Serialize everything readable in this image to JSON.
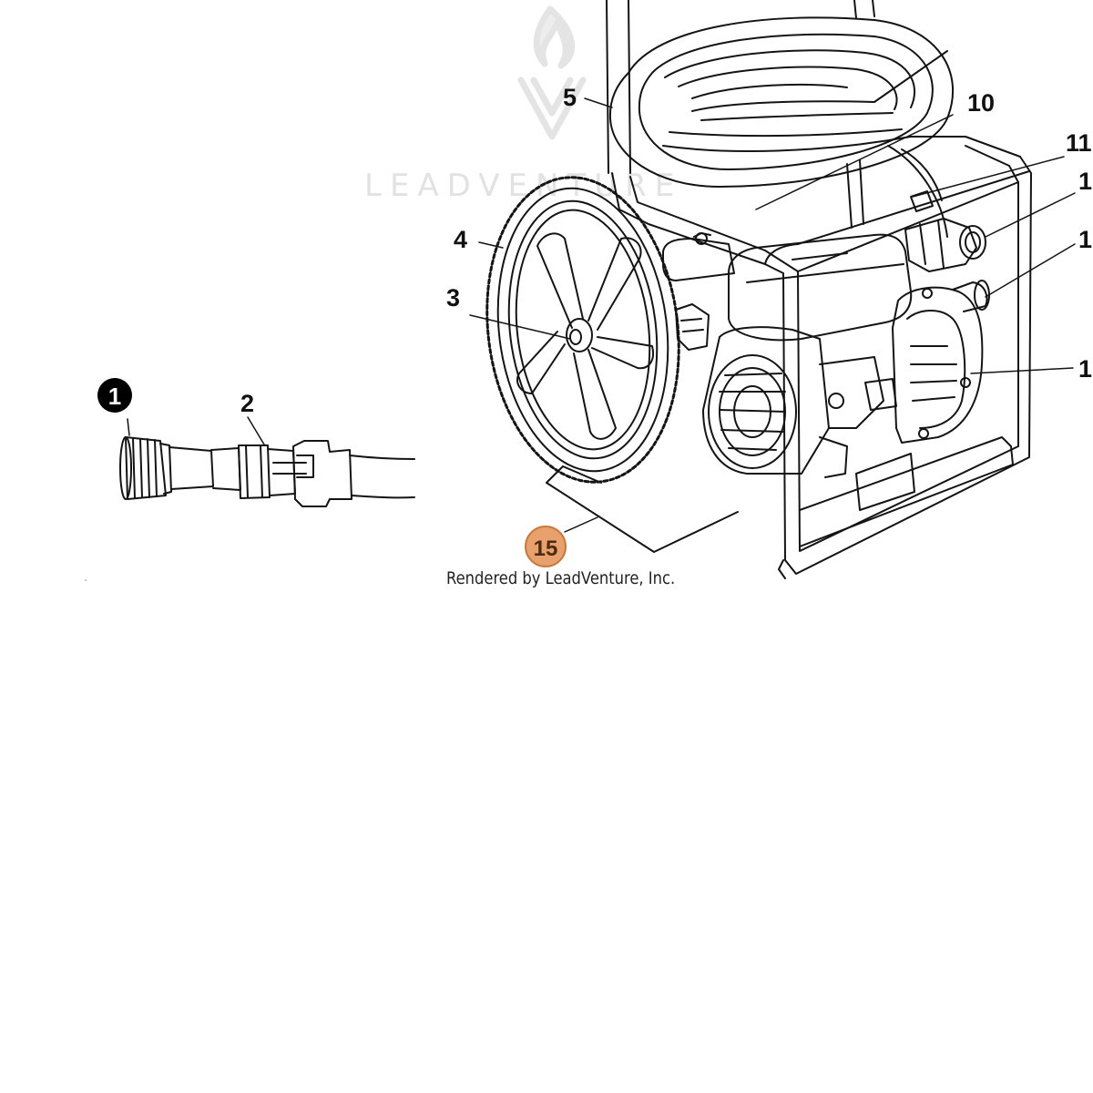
{
  "watermark": {
    "text": "LEADVENTURE"
  },
  "credit": "Rendered by LeadVenture, Inc.",
  "colors": {
    "line": "#141414",
    "highlight_fill": "#e8a06c",
    "highlight_stroke": "#c77a3f",
    "watermark": "#e2e2e2",
    "filled_marker": "#000000"
  },
  "callouts": [
    {
      "id": "1",
      "label": "1",
      "style": "filled"
    },
    {
      "id": "2",
      "label": "2",
      "style": "plain"
    },
    {
      "id": "3",
      "label": "3",
      "style": "plain"
    },
    {
      "id": "4",
      "label": "4",
      "style": "plain"
    },
    {
      "id": "5",
      "label": "5",
      "style": "plain"
    },
    {
      "id": "10",
      "label": "10",
      "style": "plain"
    },
    {
      "id": "11",
      "label": "11",
      "style": "plain"
    },
    {
      "id": "12",
      "label": "1",
      "style": "plain-cropped"
    },
    {
      "id": "13",
      "label": "1",
      "style": "plain-cropped"
    },
    {
      "id": "14",
      "label": "1",
      "style": "plain-cropped"
    },
    {
      "id": "15",
      "label": "15",
      "style": "highlighted"
    }
  ]
}
